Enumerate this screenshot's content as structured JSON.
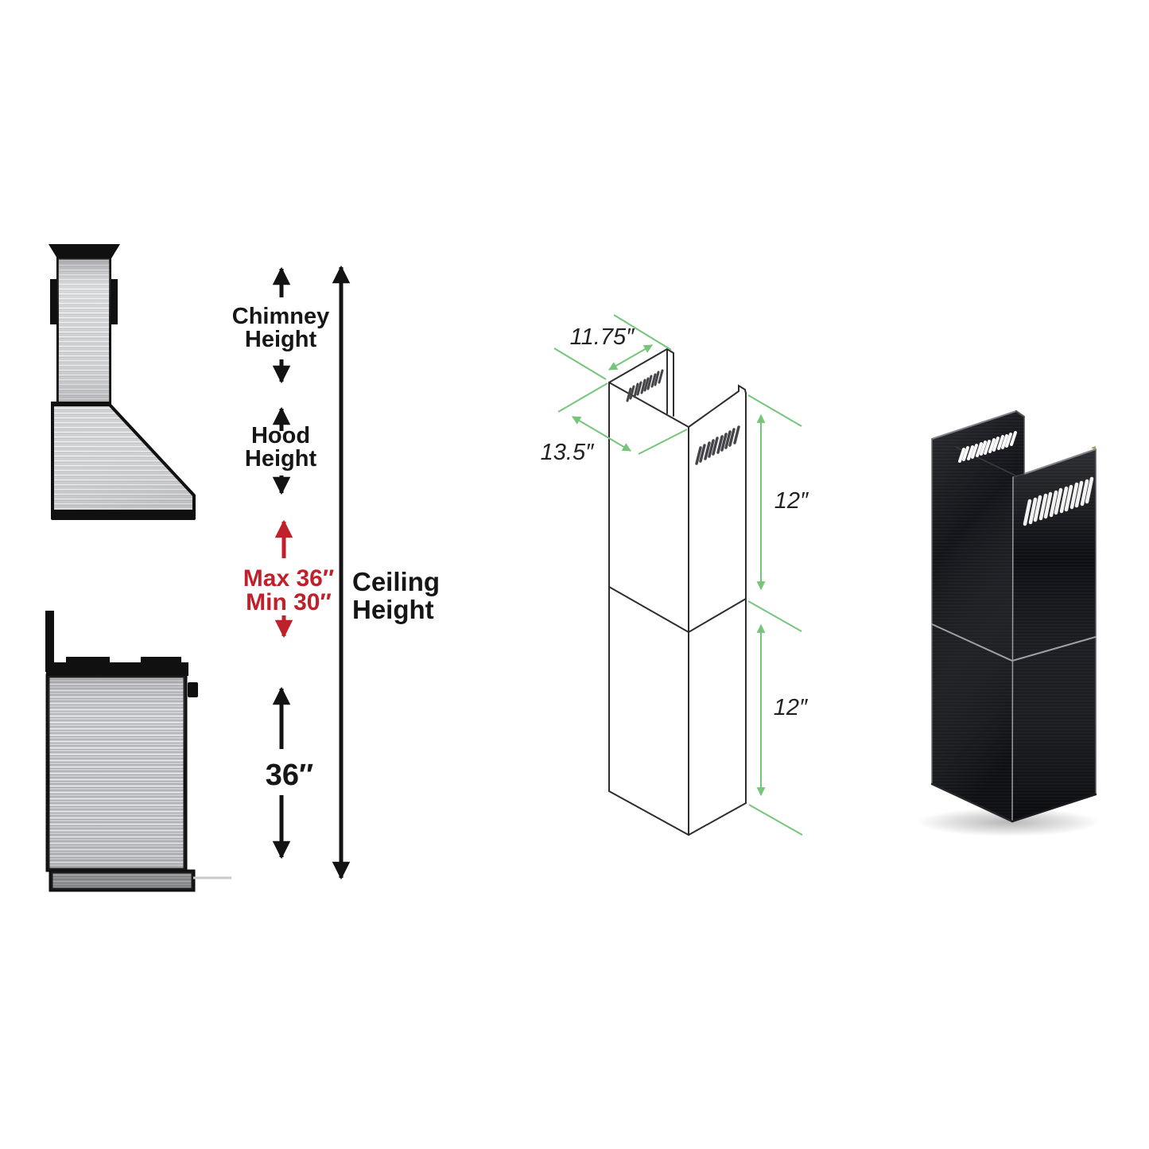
{
  "left_diagram": {
    "chimney_line1": "Chimney",
    "chimney_line2": "Height",
    "hood_line1": "Hood",
    "hood_line2": "Height",
    "max_clearance": "Max 36″",
    "min_clearance": "Min 30″",
    "range_to_hood": "36″",
    "ceiling_line1": "Ceiling",
    "ceiling_line2": "Height"
  },
  "wireframe_diagram": {
    "top_width": "11.75″",
    "side_depth": "13.5″",
    "upper_section_height": "12″",
    "lower_section_height": "12″"
  },
  "colors": {
    "dimension_green": "#76c57a",
    "alert_red": "#c0202a",
    "ink_black": "#111111",
    "wireframe_line": "#2d2d2f",
    "steel_gray": "#d8d9db",
    "product_black": "#141519"
  }
}
